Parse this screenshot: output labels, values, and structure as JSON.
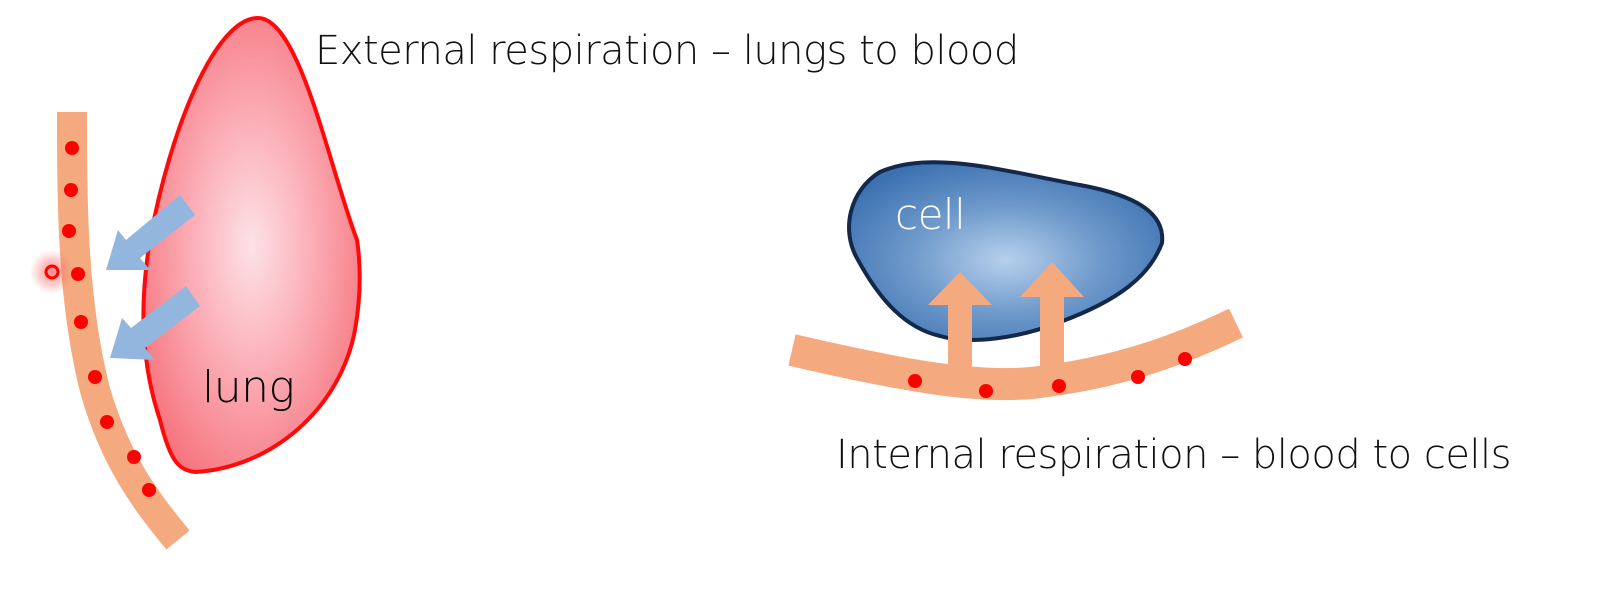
{
  "diagram": {
    "external": {
      "title": "External respiration – lungs to blood",
      "organ_label": "lung",
      "arrow_direction": "lung-to-blood",
      "arrow_count": 2,
      "blood_cell_count": 9
    },
    "internal": {
      "title": "Internal respiration – blood to cells",
      "organ_label": "cell",
      "arrow_direction": "blood-to-cell",
      "arrow_count": 2,
      "blood_cell_count": 5
    },
    "colors": {
      "lung_fill": "#f77b84",
      "lung_outline": "#ff0000",
      "vessel": "#f4a97f",
      "blood_cell": "#ff0000",
      "blue_arrow": "#93b6df",
      "cell_fill": "#3f74b4",
      "cell_outline": "#14284a",
      "orange_arrow": "#f4a97f"
    }
  }
}
